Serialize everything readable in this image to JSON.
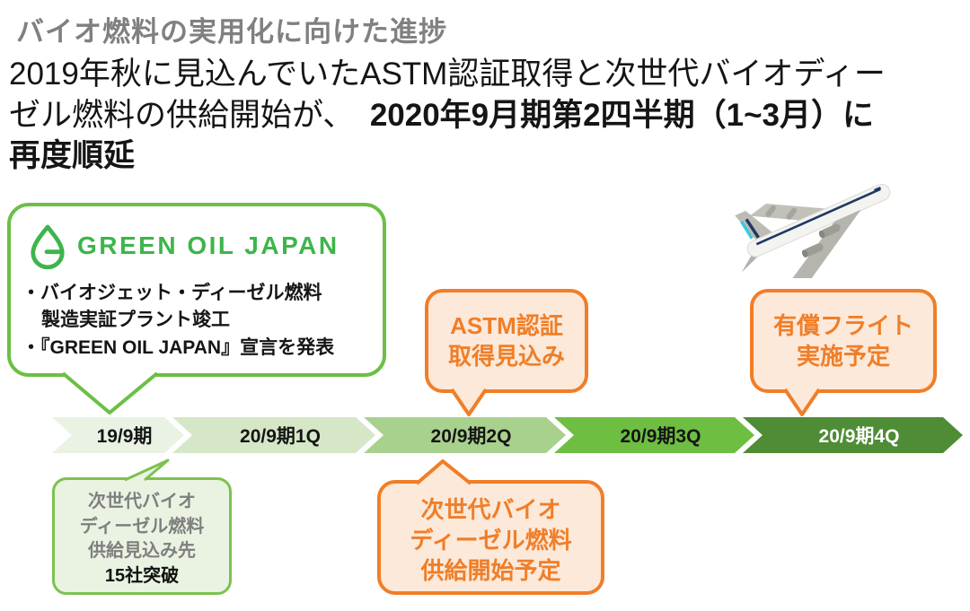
{
  "page": {
    "title": "バイオ燃料の実用化に向けた進捗",
    "intro_line1": "2019年秋に見込んでいたASTM認証取得と次世代バイオディー",
    "intro_line2_normal": "ゼル燃料の供給開始が、　",
    "intro_line2_bold": "2020年9月期第2四半期（1~3月）に",
    "intro_line3_bold": "再度順延"
  },
  "green_box": {
    "logo_text": "GREEN OIL JAPAN",
    "bullet1_line1": "・バイオジェット・ディーゼル燃料",
    "bullet1_line2": "製造実証プラント竣工",
    "bullet2": "・『GREEN OIL JAPAN』宣言を発表"
  },
  "callouts": {
    "astm": {
      "line1": "ASTM認証",
      "line2": "取得見込み"
    },
    "paid_flight": {
      "line1": "有償フライト",
      "line2": "実施予定"
    },
    "supply_forecast": {
      "line1": "次世代バイオ",
      "line2": "ディーゼル燃料",
      "line3": "供給見込み先",
      "line4": "15社突破"
    },
    "supply_start": {
      "line1": "次世代バイオ",
      "line2": "ディーゼル燃料",
      "line3": "供給開始予定"
    }
  },
  "timeline": {
    "periods": [
      {
        "label": "19/9期",
        "color": "#E9F2E3",
        "text_color": "#151515"
      },
      {
        "label": "20/9期1Q",
        "color": "#D6E7C8",
        "text_color": "#151515"
      },
      {
        "label": "20/9期2Q",
        "color": "#A9D18E",
        "text_color": "#151515"
      },
      {
        "label": "20/9期3Q",
        "color": "#6EBE41",
        "text_color": "#151515"
      },
      {
        "label": "20/9期4Q",
        "color": "#4E8C35",
        "text_color": "#FFFFFF"
      }
    ]
  },
  "colors": {
    "accent_green": "#3DB54A",
    "box_green_border": "#6CBF46",
    "light_green_border": "#7CC24E",
    "orange": "#F07E28",
    "orange_bg": "#FCE9DA",
    "light_green_bg": "#EAF3E2",
    "title_gray": "#808080"
  }
}
